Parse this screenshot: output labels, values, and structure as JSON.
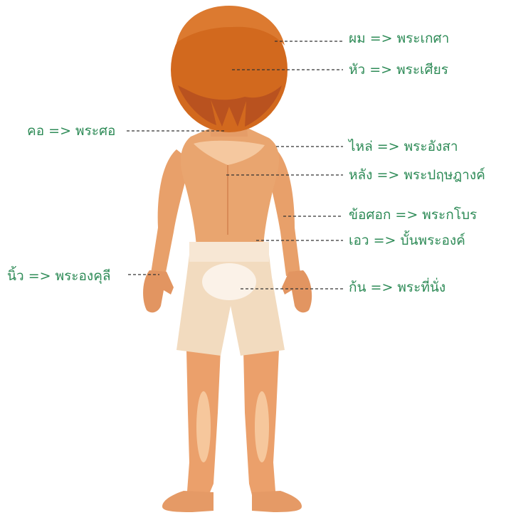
{
  "colors": {
    "label": "#2e8b57",
    "leader": "#333333",
    "hair": "#d2691e",
    "hair_dark": "#a9481a",
    "skin": "#e8a06a",
    "skin_light": "#f5c8a0",
    "shorts": "#f3dcc0",
    "shorts_light": "#fbefe2"
  },
  "labels": [
    {
      "id": "hair",
      "text": "ผม => พระเกศา"
    },
    {
      "id": "head",
      "text": "หัว => พระเศียร"
    },
    {
      "id": "neck",
      "text": "คอ => พระศอ"
    },
    {
      "id": "shoulder",
      "text": "ไหล่ => พระอังสา"
    },
    {
      "id": "back",
      "text": "หลัง => พระปฤษฎางค์"
    },
    {
      "id": "elbow",
      "text": "ข้อศอก => พระกโบร"
    },
    {
      "id": "waist",
      "text": "เอว => บั้นพระองค์"
    },
    {
      "id": "finger",
      "text": "นิ้ว => พระองคุลี"
    },
    {
      "id": "buttocks",
      "text": "ก้น => พระที่นั่ง"
    }
  ]
}
